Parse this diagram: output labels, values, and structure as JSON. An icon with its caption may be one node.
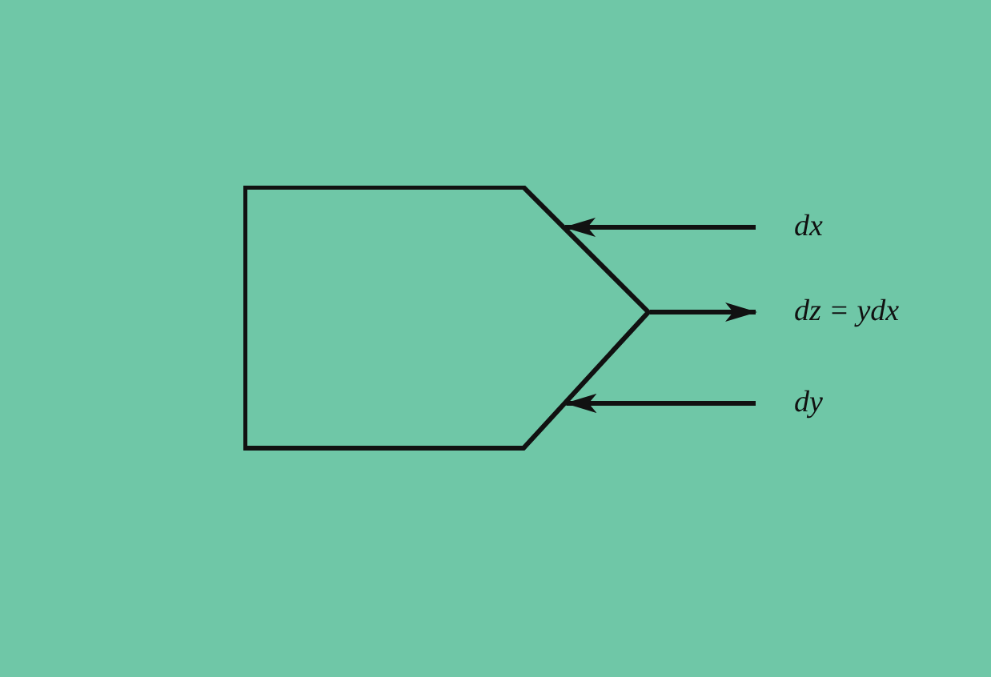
{
  "diagram": {
    "nodes": [
      {
        "text": [],
        "shape": "pentagon"
      },
      {
        "text": [
          "dx"
        ]
      },
      {
        "text": [
          "dz = ydx"
        ]
      },
      {
        "text": [
          "dy"
        ]
      }
    ],
    "edges": [
      {
        "from": 1,
        "to": 0,
        "arrow": "to"
      },
      {
        "from": 0,
        "to": 2,
        "arrow": "to"
      },
      {
        "from": 3,
        "to": 0,
        "arrow": "to"
      }
    ]
  }
}
